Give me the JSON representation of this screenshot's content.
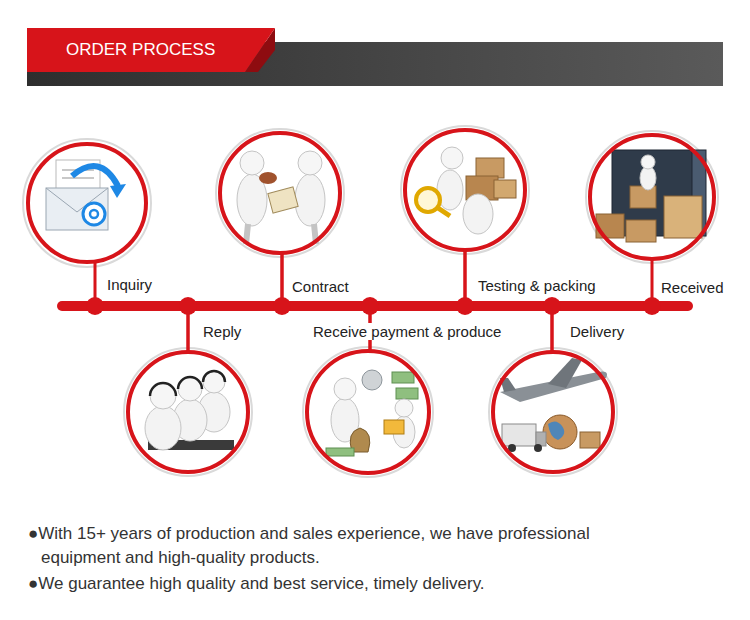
{
  "diagram": {
    "title": "ORDER PROCESS",
    "nodes": [
      {
        "text": [
          "Inquiry"
        ]
      },
      {
        "text": [
          "Reply"
        ]
      },
      {
        "text": [
          "Contract"
        ]
      },
      {
        "text": [
          "Receive payment & produce"
        ]
      },
      {
        "text": [
          "Testing & packing"
        ]
      },
      {
        "text": [
          "Delivery"
        ]
      },
      {
        "text": [
          "Received"
        ]
      }
    ],
    "edges": [
      {
        "from": 0,
        "to": 1,
        "arrow": "none"
      },
      {
        "from": 1,
        "to": 2,
        "arrow": "none"
      },
      {
        "from": 2,
        "to": 3,
        "arrow": "none"
      },
      {
        "from": 3,
        "to": 4,
        "arrow": "none"
      },
      {
        "from": 4,
        "to": 5,
        "arrow": "none"
      },
      {
        "from": 5,
        "to": 6,
        "arrow": "none"
      }
    ],
    "labels": [
      "●With 15+ years of production and sales experience, we have professional equipment and high-quality products.",
      "●We guarantee high quality and best service, timely delivery."
    ]
  }
}
